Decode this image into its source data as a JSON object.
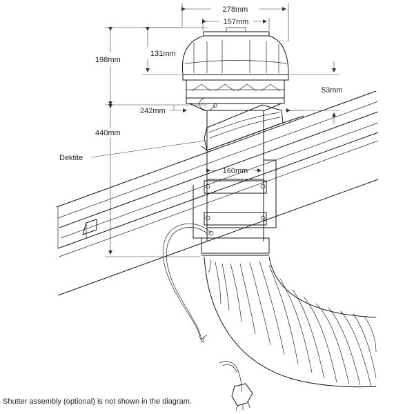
{
  "dimensions": {
    "overall_width": "278mm",
    "inner_width": "157mm",
    "top_height": "198mm",
    "head_height": "131mm",
    "base_height": "53mm",
    "flange_offset": "242mm",
    "lower_height": "440mm",
    "bracket_width": "160mm"
  },
  "labels": {
    "flashing": "Dektite"
  },
  "caption": "Shutter assembly (optional) is not shown in the diagram."
}
